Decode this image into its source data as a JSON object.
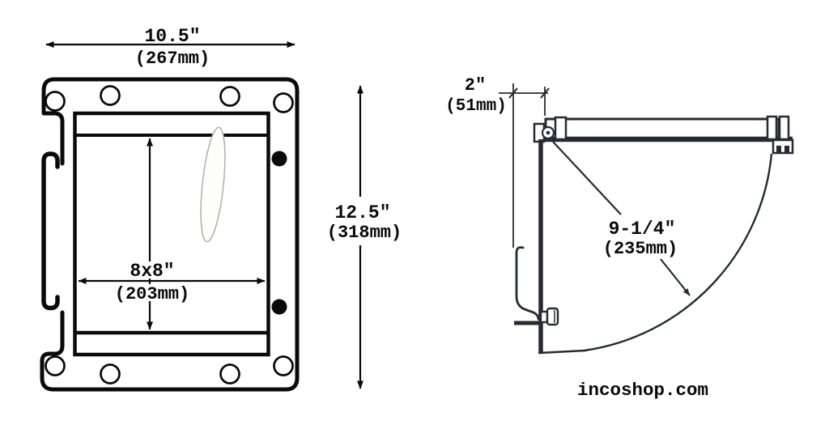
{
  "front_view": {
    "width": {
      "inches": "10.5\"",
      "mm": "(267mm)"
    },
    "height": {
      "inches": "12.5\"",
      "mm": "(318mm)"
    },
    "opening": {
      "inches": "8x8\"",
      "mm": "(203mm)"
    }
  },
  "plan_view": {
    "depth": {
      "inches": "2\"",
      "mm": "(51mm)"
    },
    "swing": {
      "inches": "9-1/4\"",
      "mm": "(235mm)"
    }
  },
  "watermark": "incoshop.com",
  "colors": {
    "front_line": "#0a0a0a",
    "plan_line": "#262b33",
    "sketch_outline": "#b3b3b3"
  }
}
